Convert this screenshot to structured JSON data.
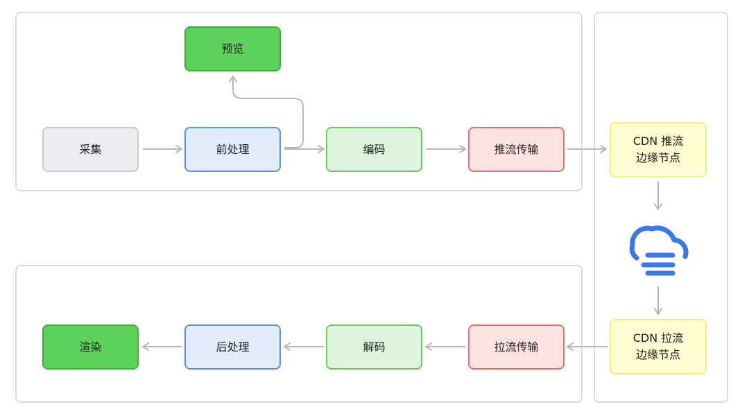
{
  "nodes": {
    "capture": "采集",
    "preprocess": "前处理",
    "preview": "预览",
    "encode": "编码",
    "push": "推流传输",
    "cdn_push": "CDN 推流\n边缘节点",
    "cdn_pull": "CDN 拉流\n边缘节点",
    "pull": "拉流传输",
    "decode": "解码",
    "postprocess": "后处理",
    "render": "渲染"
  },
  "icons": [
    "cloud-icon"
  ],
  "colors": {
    "arrow": "#b8b8b8",
    "cloud": "#3a78ea"
  }
}
